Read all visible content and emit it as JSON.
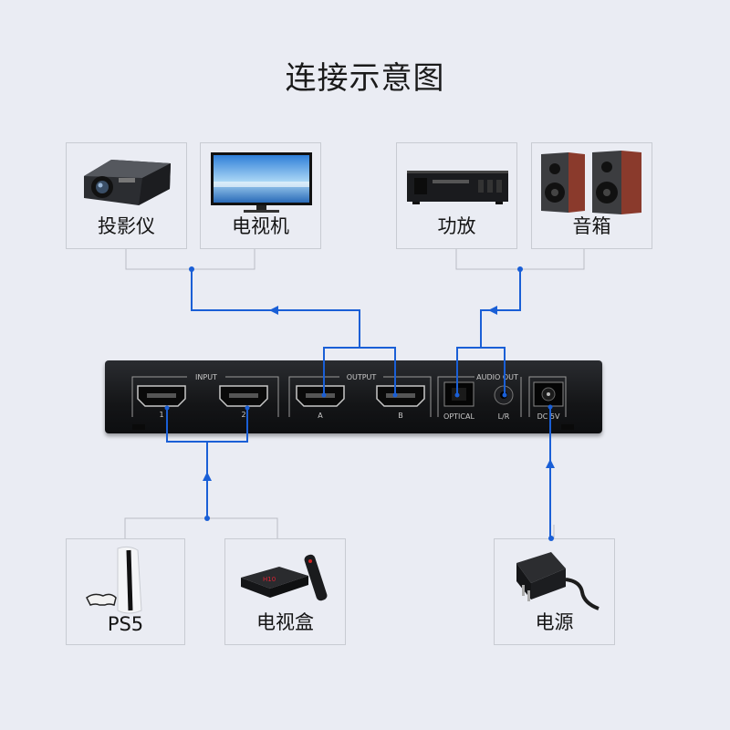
{
  "title": "连接示意图",
  "devices": {
    "projector": {
      "label": "投影仪",
      "icon": "projector-icon"
    },
    "tv": {
      "label": "电视机",
      "icon": "tv-icon"
    },
    "amplifier": {
      "label": "功放",
      "icon": "amplifier-icon"
    },
    "speakers": {
      "label": "音箱",
      "icon": "speakers-icon"
    },
    "ps5": {
      "label": "PS5",
      "icon": "game-console-icon"
    },
    "tvbox": {
      "label": "电视盒",
      "icon": "tv-box-icon"
    },
    "power": {
      "label": "电源",
      "icon": "power-adapter-icon"
    }
  },
  "switch_panel": {
    "input_label": "INPUT",
    "input_ports": [
      "1",
      "2"
    ],
    "output_label": "OUTPUT",
    "output_ports": [
      "A",
      "B"
    ],
    "audio_out_label": "AUDIO OUT",
    "optical_label": "OPTICAL",
    "lr_label": "L/R",
    "dc_label": "DC 5V"
  },
  "colors": {
    "arrow": "#1a5fd6",
    "background": "#eaecf3",
    "device_body": "#17181b"
  }
}
